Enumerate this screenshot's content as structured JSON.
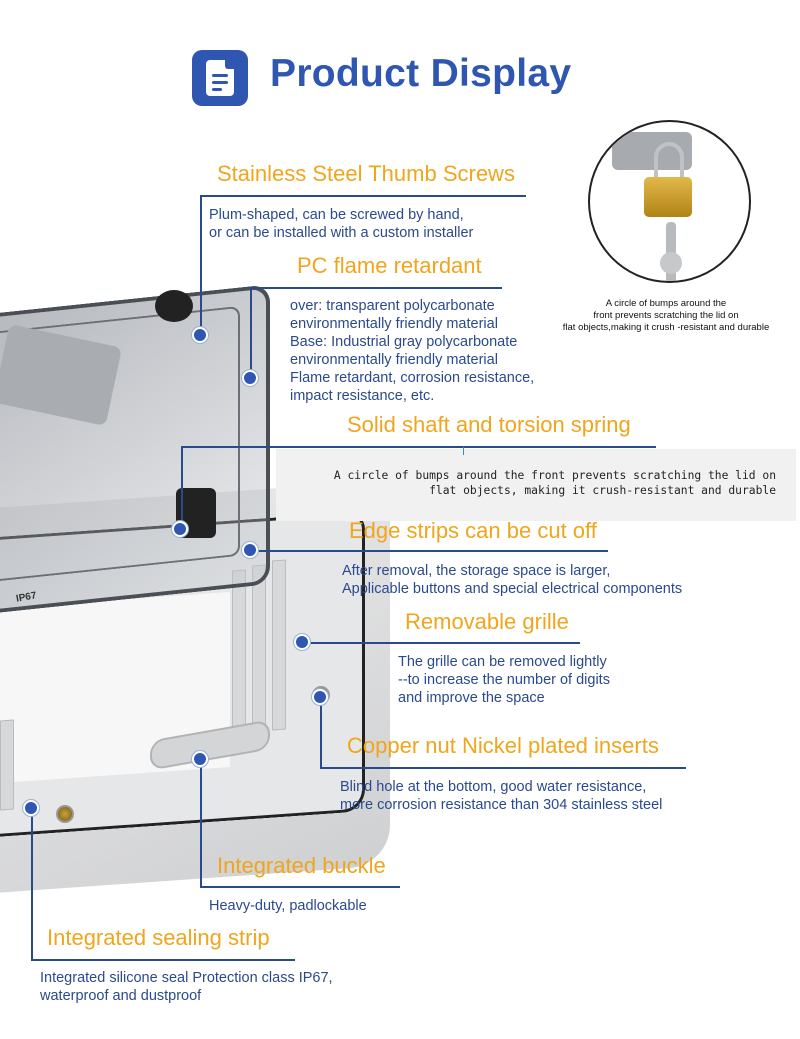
{
  "header": {
    "title": "Product Display",
    "icon": "document-icon"
  },
  "features": {
    "screws": {
      "title": "Stainless Steel Thumb Screws",
      "lines": [
        "Plum-shaped, can be screwed by hand,",
        "or can be installed with a custom installer"
      ]
    },
    "pc": {
      "title": "PC flame retardant",
      "lines": [
        "over: transparent polycarbonate",
        "environmentally friendly material",
        "Base: Industrial gray polycarbonate",
        "environmentally friendly material",
        "Flame retardant, corrosion resistance,",
        "impact resistance, etc."
      ]
    },
    "shaft": {
      "title": "Solid shaft and torsion spring"
    },
    "edge": {
      "title": "Edge strips can be cut off",
      "lines": [
        "After removal, the storage space is larger,",
        "Applicable buttons and special electrical components"
      ]
    },
    "grille": {
      "title": "Removable grille",
      "lines": [
        "The grille can be removed lightly",
        "--to increase the number of digits",
        "and improve the space"
      ]
    },
    "copper": {
      "title": "Copper nut Nickel plated inserts",
      "lines": [
        "Blind hole at the bottom, good water resistance,",
        "more corrosion resistance than 304 stainless steel"
      ]
    },
    "buckle": {
      "title": "Integrated buckle",
      "lines": [
        "Heavy-duty, padlockable"
      ]
    },
    "seal": {
      "title": "Integrated sealing strip",
      "lines": [
        "Integrated silicone seal Protection class IP67,",
        "waterproof and dustproof"
      ]
    }
  },
  "padlock_caption": [
    "A circle of bumps around the",
    "front prevents scratching the lid on",
    "flat objects,making it crush -resistant and durable"
  ],
  "note_panel": [
    "A circle of bumps around the front prevents scratching the lid on",
    "flat objects, making it crush-resistant and durable"
  ],
  "product_label": "IP67",
  "colors": {
    "title_blue": "#2f56b0",
    "heading_orange": "#f0a51c",
    "text_blue": "#2a4a8e"
  }
}
